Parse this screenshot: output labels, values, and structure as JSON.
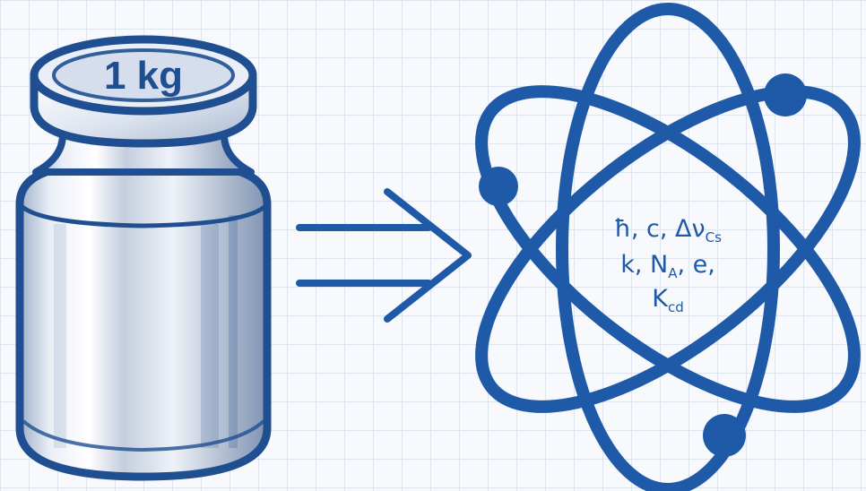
{
  "weight": {
    "label": "1 kg",
    "icon": "standard-mass-weight"
  },
  "arrow": {
    "icon": "double-line-arrow"
  },
  "atom": {
    "icon": "atom-icon",
    "constants_lines": [
      "ħ, c, Δν",
      "k, N",
      "K"
    ],
    "constants_subscripts": [
      "Cs",
      "A",
      "cd"
    ],
    "constants_suffix": [
      ",",
      ", e,",
      ""
    ]
  },
  "colors": {
    "primary": "#1f5aa8",
    "dark": "#1f4f91",
    "grid": "#dfe5ef",
    "steel_light": "#e8ecf3",
    "steel_mid": "#b9c3d3"
  }
}
